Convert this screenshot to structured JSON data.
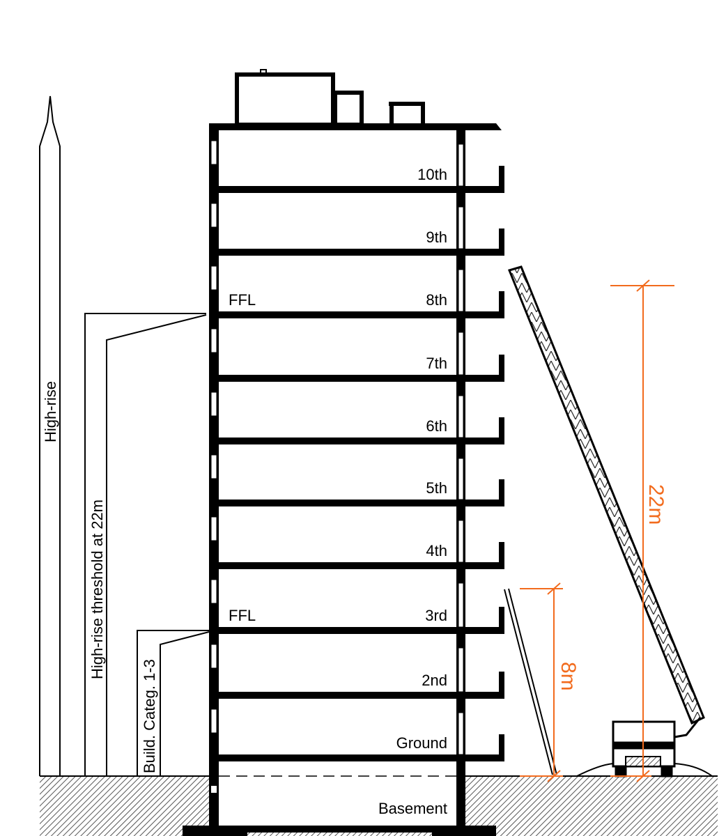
{
  "floors": [
    {
      "label": "10th"
    },
    {
      "label": "9th"
    },
    {
      "label": "8th",
      "ffl": "FFL"
    },
    {
      "label": "7th"
    },
    {
      "label": "6th"
    },
    {
      "label": "5th"
    },
    {
      "label": "4th"
    },
    {
      "label": "3rd",
      "ffl": "FFL"
    },
    {
      "label": "2nd"
    },
    {
      "label": "Ground"
    }
  ],
  "basement_label": "Basement",
  "side_labels": {
    "high_rise": "High-rise",
    "threshold": "High-rise threshold at 22m",
    "build_categ": "Build. Categ. 1-3"
  },
  "dimensions": {
    "aerial_ladder": "22m",
    "portable_ladder": "8m"
  },
  "colors": {
    "dimension": "#f26b1d",
    "ink": "#000000"
  }
}
